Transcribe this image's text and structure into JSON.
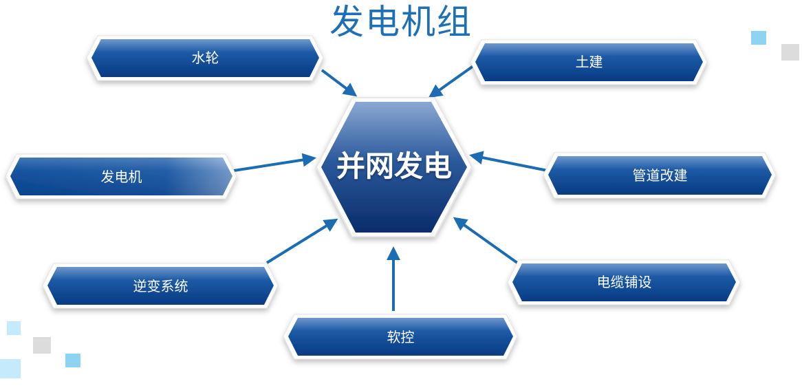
{
  "diagram": {
    "title": "发电机组",
    "hub": "并网发电",
    "nodes": [
      {
        "id": "shuilun",
        "label": "水轮"
      },
      {
        "id": "tujian",
        "label": "土建"
      },
      {
        "id": "fadianji",
        "label": "发电机"
      },
      {
        "id": "guandao",
        "label": "管道改建"
      },
      {
        "id": "nibian",
        "label": "逆变系统"
      },
      {
        "id": "dianlan",
        "label": "电缆铺设"
      },
      {
        "id": "ruankong",
        "label": "软控"
      }
    ]
  },
  "colors": {
    "title": "#1f6fb6",
    "node_dark": "#0a3f86",
    "node_light": "#5b8bc4",
    "arrow": "#1c6cb4",
    "hub_top": "#7f9fcc",
    "hub_bottom": "#0b2f6e",
    "deco_blue": "#8ed3f2",
    "deco_gray": "#dcdcdc"
  }
}
